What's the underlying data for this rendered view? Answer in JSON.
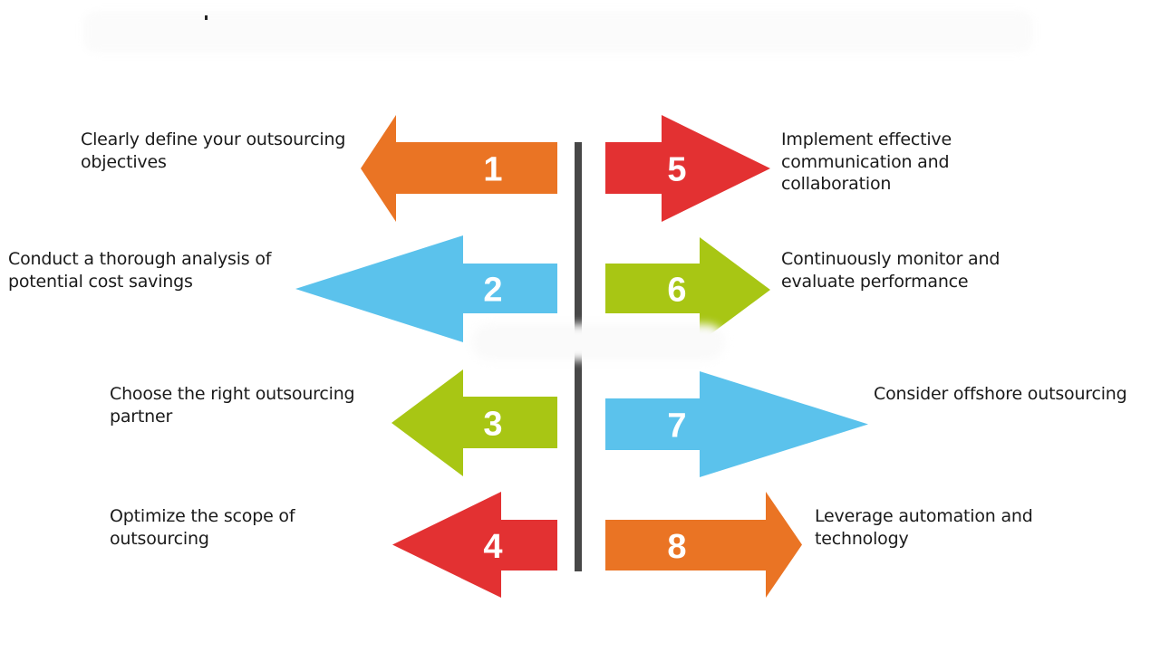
{
  "title": {
    "text": "",
    "note": "title text blurred / not legible"
  },
  "steps": [
    {
      "number": "1",
      "label_lines": [
        "Clearly define your outsourcing",
        "objectives"
      ],
      "color": "#ea7424",
      "direction": "left"
    },
    {
      "number": "2",
      "label_lines": [
        "Conduct a thorough analysis of",
        "potential cost savings"
      ],
      "color": "#5bc2ec",
      "direction": "left"
    },
    {
      "number": "3",
      "label_lines": [
        "Choose the right outsourcing",
        "partner"
      ],
      "color": "#a8c614",
      "direction": "left"
    },
    {
      "number": "4",
      "label_lines": [
        "Optimize the scope of",
        "outsourcing"
      ],
      "color": "#e33132",
      "direction": "left"
    },
    {
      "number": "5",
      "label_lines": [
        "Implement effective",
        "communication and",
        "collaboration"
      ],
      "color": "#e33132",
      "direction": "right"
    },
    {
      "number": "6",
      "label_lines": [
        "Continuously monitor and",
        "evaluate performance"
      ],
      "color": "#a8c614",
      "direction": "right"
    },
    {
      "number": "7",
      "label_lines": [
        "Consider offshore outsourcing"
      ],
      "color": "#5bc2ec",
      "direction": "right"
    },
    {
      "number": "8",
      "label_lines": [
        "Leverage automation and",
        "technology"
      ],
      "color": "#ea7424",
      "direction": "right"
    }
  ],
  "divider_color": "#474747"
}
